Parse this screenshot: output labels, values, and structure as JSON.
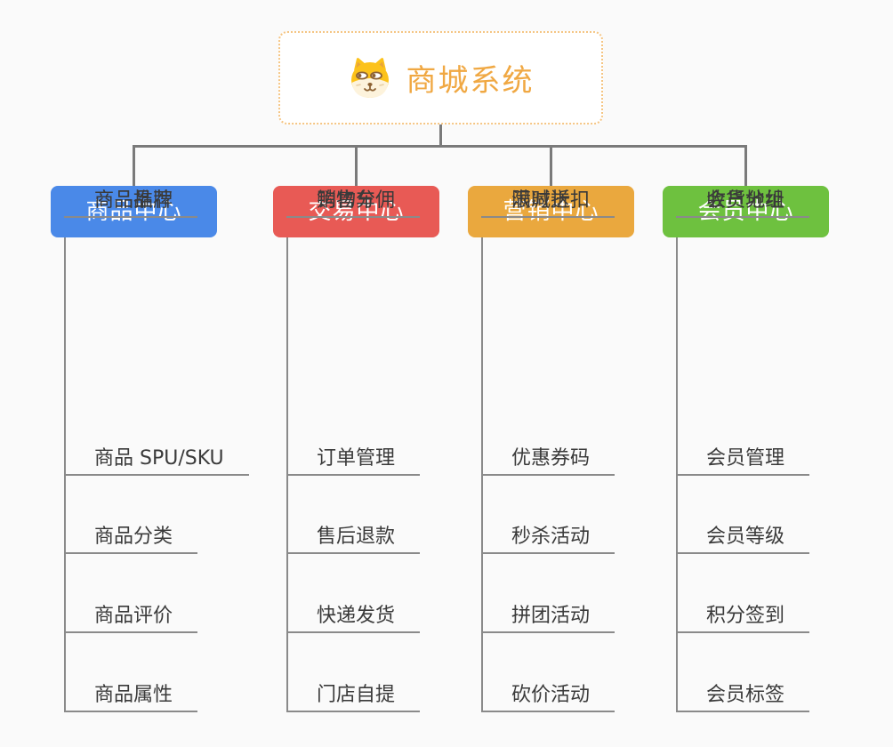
{
  "root": {
    "label": "商城系统",
    "accent_color": "#f0a843",
    "border_color": "#f5c583",
    "icon": "doge-icon"
  },
  "connectors": {
    "color": "#7a7a7a"
  },
  "branches": [
    {
      "label": "商品中心",
      "color": "#4a89e8",
      "items": [
        "商品 SPU/SKU",
        "商品分类",
        "商品评价",
        "商品属性",
        "商品推荐",
        "商品品牌"
      ]
    },
    {
      "label": "交易中心",
      "color": "#e85a55",
      "items": [
        "订单管理",
        "售后退款",
        "快递发货",
        "门店自提",
        "购物车",
        "销售分佣"
      ]
    },
    {
      "label": "营销中心",
      "color": "#eaa83e",
      "items": [
        "优惠券码",
        "秒杀活动",
        "拼团活动",
        "砍价活动",
        "限时折扣",
        "满减送"
      ]
    },
    {
      "label": "会员中心",
      "color": "#6ec13f",
      "items": [
        "会员管理",
        "会员等级",
        "积分签到",
        "会员标签",
        "会员分组",
        "收货地址"
      ]
    }
  ]
}
